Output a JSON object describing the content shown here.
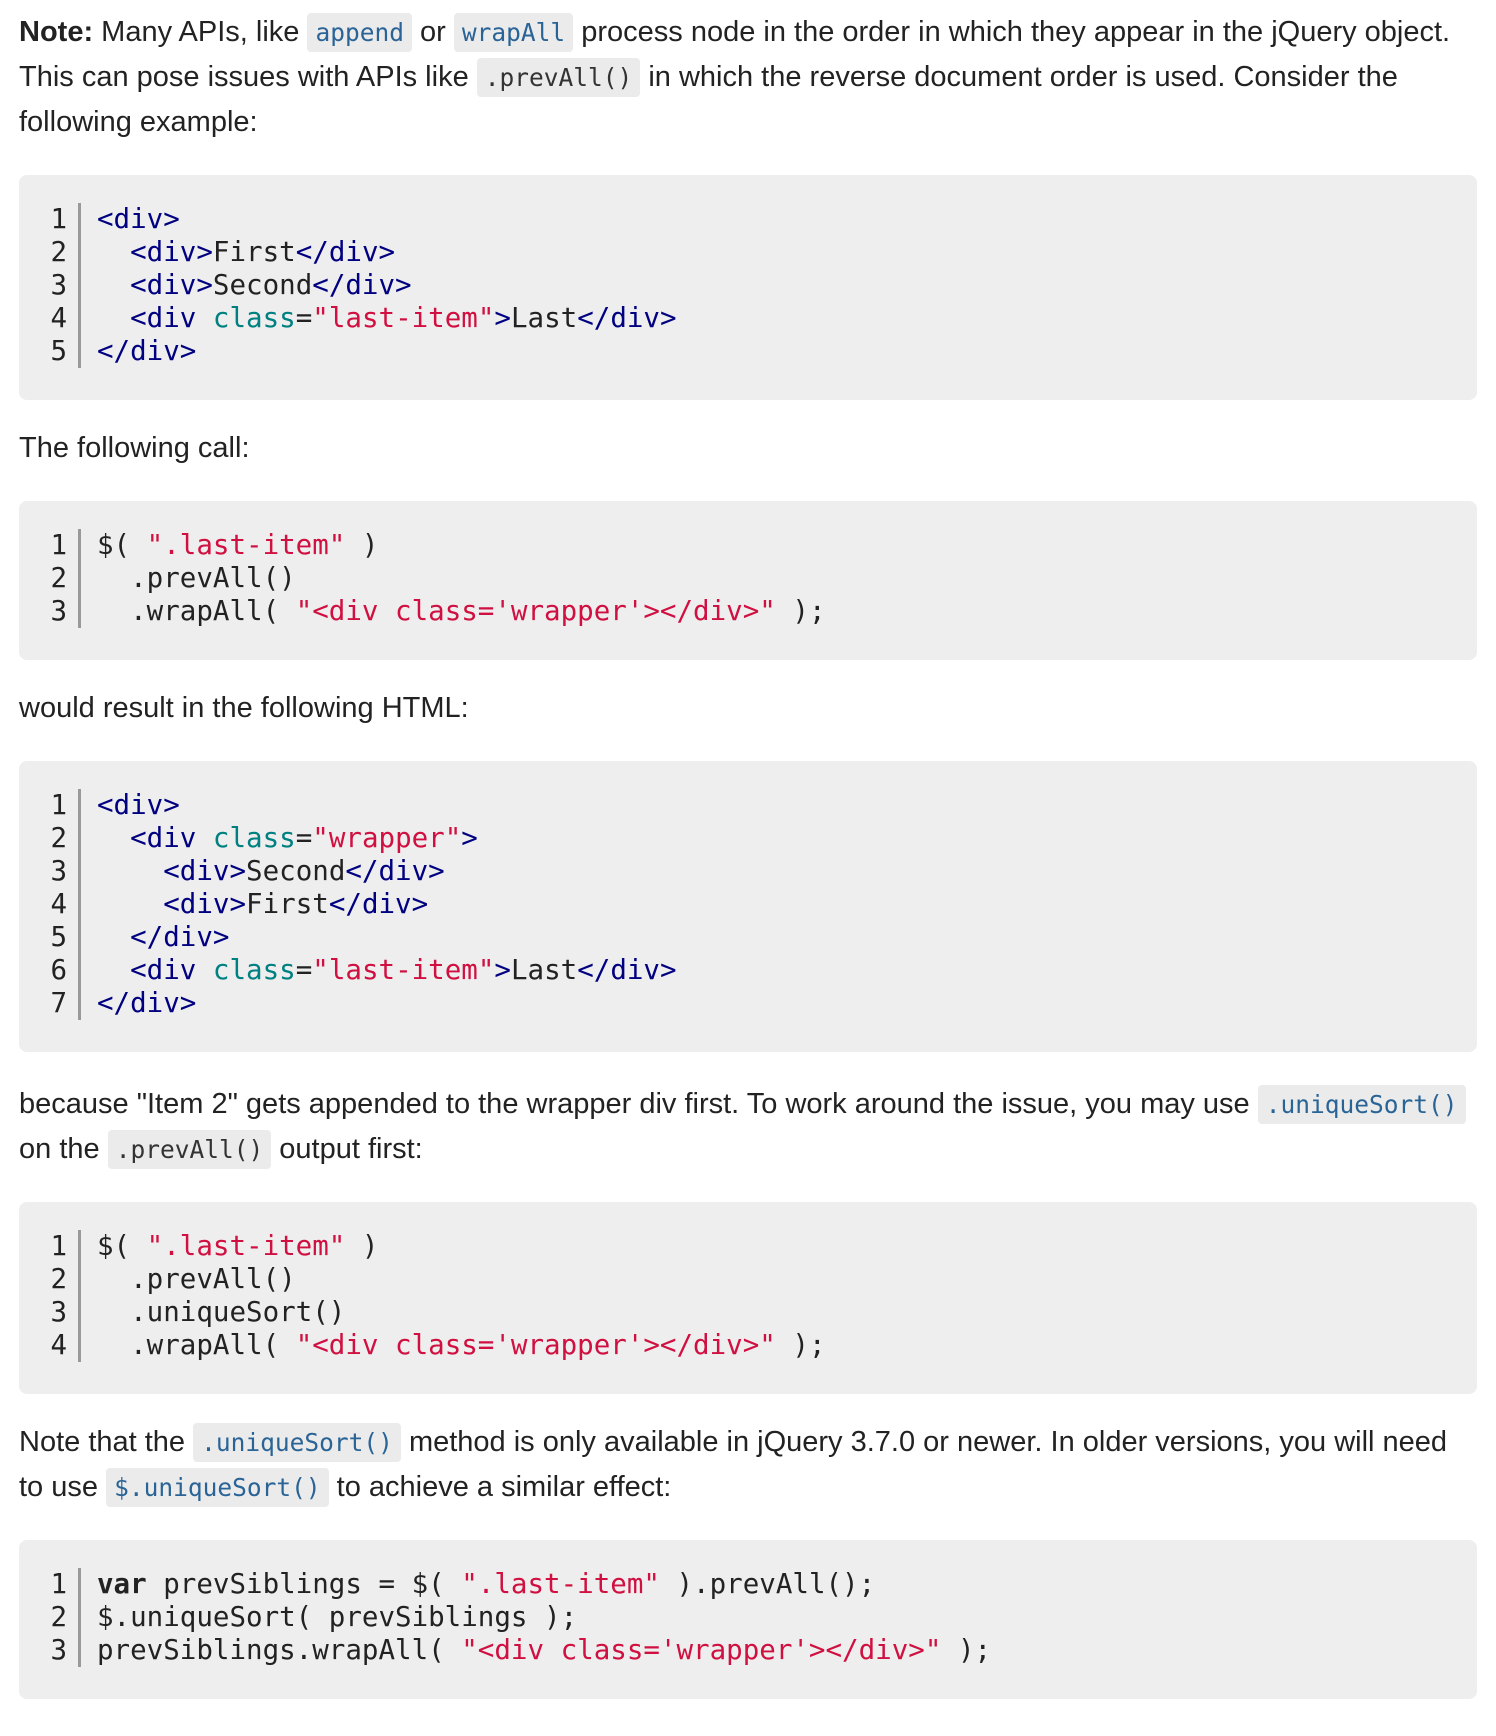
{
  "para_note": {
    "strong": "Note:",
    "t1": " Many APIs, like ",
    "c1": "append",
    "t2": " or ",
    "c2": "wrapAll",
    "t3": " process node in the order in which they appear in the jQuery object. This can pose issues with APIs like ",
    "c3": ".prevAll()",
    "t4": " in which the reverse document order is used. Consider the following example:"
  },
  "para_call": "The following call:",
  "para_result": "would result in the following HTML:",
  "para_because": {
    "t1": "because \"Item 2\" gets appended to the wrapper div first. To work around the issue, you may use ",
    "c1": ".uniqueSort()",
    "t2": " on the ",
    "c2": ".prevAll()",
    "t3": " output first:"
  },
  "para_older": {
    "t1": "Note that the ",
    "c1": ".uniqueSort()",
    "t2": " method is only available in jQuery 3.7.0 or newer. In older versions, you will need to use ",
    "c2": "$.uniqueSort()",
    "t3": " to achieve a similar effect:"
  },
  "code_blocks": [
    {
      "lines": [
        [
          [
            "tag",
            "<div>"
          ]
        ],
        [
          [
            "plain",
            "  "
          ],
          [
            "tag",
            "<div>"
          ],
          [
            "plain",
            "First"
          ],
          [
            "tag",
            "</div>"
          ]
        ],
        [
          [
            "plain",
            "  "
          ],
          [
            "tag",
            "<div>"
          ],
          [
            "plain",
            "Second"
          ],
          [
            "tag",
            "</div>"
          ]
        ],
        [
          [
            "plain",
            "  "
          ],
          [
            "tag",
            "<div "
          ],
          [
            "attr",
            "class"
          ],
          [
            "plain",
            "="
          ],
          [
            "str",
            "\"last-item\""
          ],
          [
            "tag",
            ">"
          ],
          [
            "plain",
            "Last"
          ],
          [
            "tag",
            "</div>"
          ]
        ],
        [
          [
            "tag",
            "</div>"
          ]
        ]
      ]
    },
    {
      "lines": [
        [
          [
            "plain",
            "$( "
          ],
          [
            "str",
            "\".last-item\""
          ],
          [
            "plain",
            " )"
          ]
        ],
        [
          [
            "plain",
            "  .prevAll()"
          ]
        ],
        [
          [
            "plain",
            "  .wrapAll( "
          ],
          [
            "str",
            "\"<div class='wrapper'></div>\""
          ],
          [
            "plain",
            " );"
          ]
        ]
      ]
    },
    {
      "lines": [
        [
          [
            "tag",
            "<div>"
          ]
        ],
        [
          [
            "plain",
            "  "
          ],
          [
            "tag",
            "<div "
          ],
          [
            "attr",
            "class"
          ],
          [
            "plain",
            "="
          ],
          [
            "str",
            "\"wrapper\""
          ],
          [
            "tag",
            ">"
          ]
        ],
        [
          [
            "plain",
            "    "
          ],
          [
            "tag",
            "<div>"
          ],
          [
            "plain",
            "Second"
          ],
          [
            "tag",
            "</div>"
          ]
        ],
        [
          [
            "plain",
            "    "
          ],
          [
            "tag",
            "<div>"
          ],
          [
            "plain",
            "First"
          ],
          [
            "tag",
            "</div>"
          ]
        ],
        [
          [
            "plain",
            "  "
          ],
          [
            "tag",
            "</div>"
          ]
        ],
        [
          [
            "plain",
            "  "
          ],
          [
            "tag",
            "<div "
          ],
          [
            "attr",
            "class"
          ],
          [
            "plain",
            "="
          ],
          [
            "str",
            "\"last-item\""
          ],
          [
            "tag",
            ">"
          ],
          [
            "plain",
            "Last"
          ],
          [
            "tag",
            "</div>"
          ]
        ],
        [
          [
            "tag",
            "</div>"
          ]
        ]
      ]
    },
    {
      "lines": [
        [
          [
            "plain",
            "$( "
          ],
          [
            "str",
            "\".last-item\""
          ],
          [
            "plain",
            " )"
          ]
        ],
        [
          [
            "plain",
            "  .prevAll()"
          ]
        ],
        [
          [
            "plain",
            "  .uniqueSort()"
          ]
        ],
        [
          [
            "plain",
            "  .wrapAll( "
          ],
          [
            "str",
            "\"<div class='wrapper'></div>\""
          ],
          [
            "plain",
            " );"
          ]
        ]
      ]
    },
    {
      "lines": [
        [
          [
            "kw",
            "var"
          ],
          [
            "plain",
            " prevSiblings = $( "
          ],
          [
            "str",
            "\".last-item\""
          ],
          [
            "plain",
            " ).prevAll();"
          ]
        ],
        [
          [
            "plain",
            "$.uniqueSort( prevSiblings );"
          ]
        ],
        [
          [
            "plain",
            "prevSiblings.wrapAll( "
          ],
          [
            "str",
            "\"<div class='wrapper'></div>\""
          ],
          [
            "plain",
            " );"
          ]
        ]
      ]
    }
  ]
}
